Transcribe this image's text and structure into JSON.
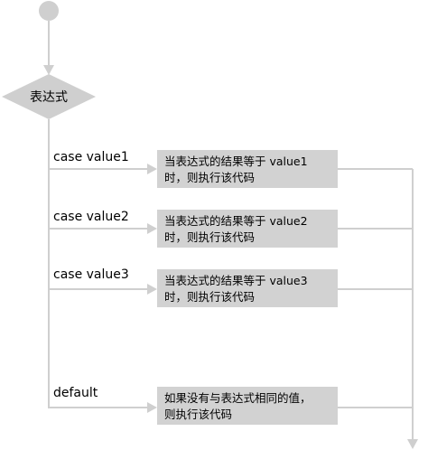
{
  "diagram": {
    "decision_label": "表达式",
    "cases": [
      {
        "label": "case value1",
        "action_line1": "当表达式的结果等于 value1",
        "action_line2": "时，则执行该代码"
      },
      {
        "label": "case value2",
        "action_line1": "当表达式的结果等于 value2",
        "action_line2": "时，则执行该代码"
      },
      {
        "label": "case value3",
        "action_line1": "当表达式的结果等于 value3",
        "action_line2": "时，则执行该代码"
      },
      {
        "label": "default",
        "action_line1": "如果没有与表达式相同的值，",
        "action_line2": "则执行该代码"
      }
    ]
  }
}
